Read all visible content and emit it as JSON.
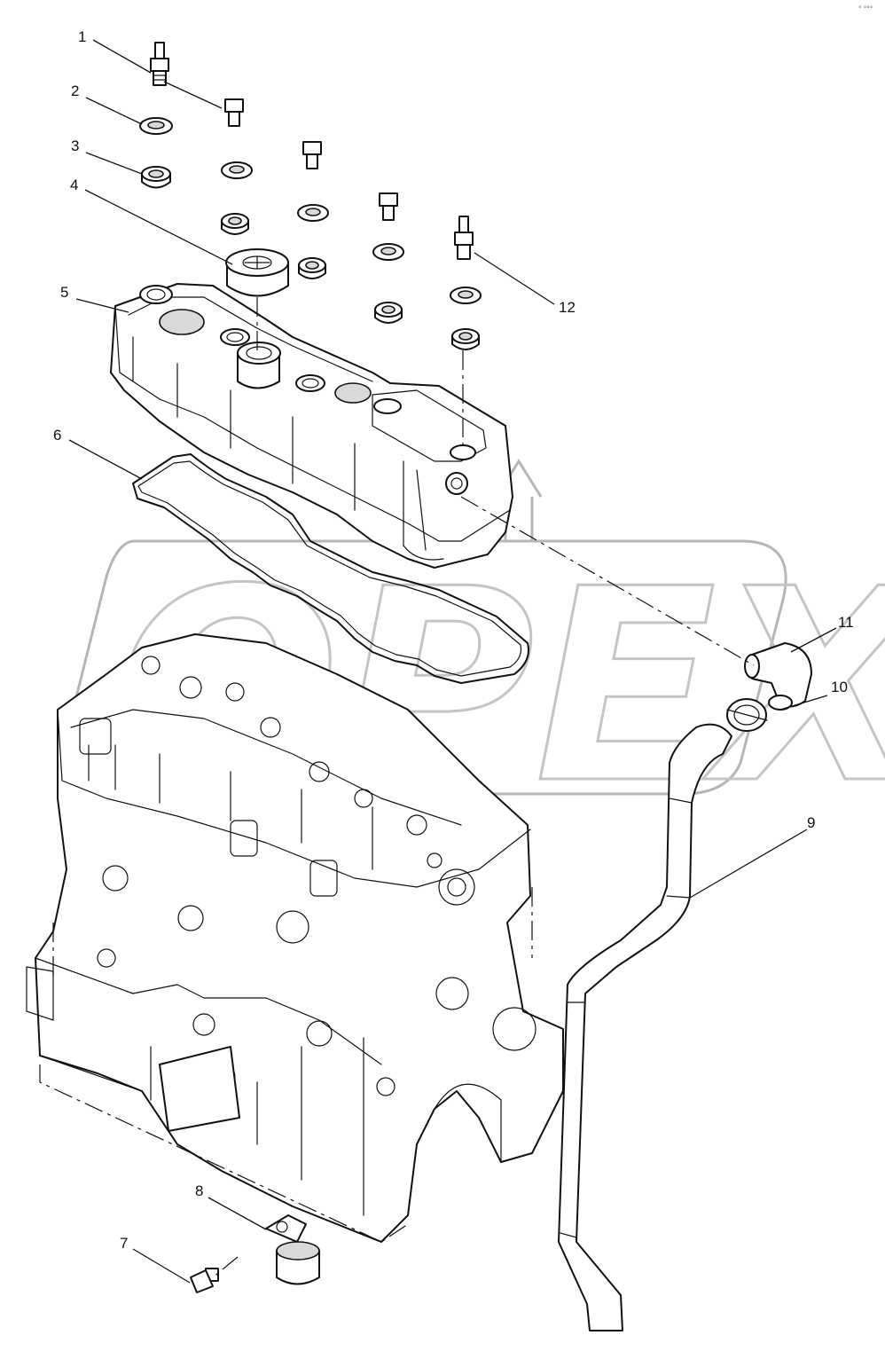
{
  "diagram": {
    "corner_mark": "° °°°",
    "watermark_logo": "OPEX",
    "callouts": [
      {
        "id": "1",
        "label": "1"
      },
      {
        "id": "2",
        "label": "2"
      },
      {
        "id": "3",
        "label": "3"
      },
      {
        "id": "4",
        "label": "4"
      },
      {
        "id": "5",
        "label": "5"
      },
      {
        "id": "6",
        "label": "6"
      },
      {
        "id": "7",
        "label": "7"
      },
      {
        "id": "8",
        "label": "8"
      },
      {
        "id": "9",
        "label": "9"
      },
      {
        "id": "10",
        "label": "10"
      },
      {
        "id": "11",
        "label": "11"
      },
      {
        "id": "12",
        "label": "12"
      }
    ]
  }
}
